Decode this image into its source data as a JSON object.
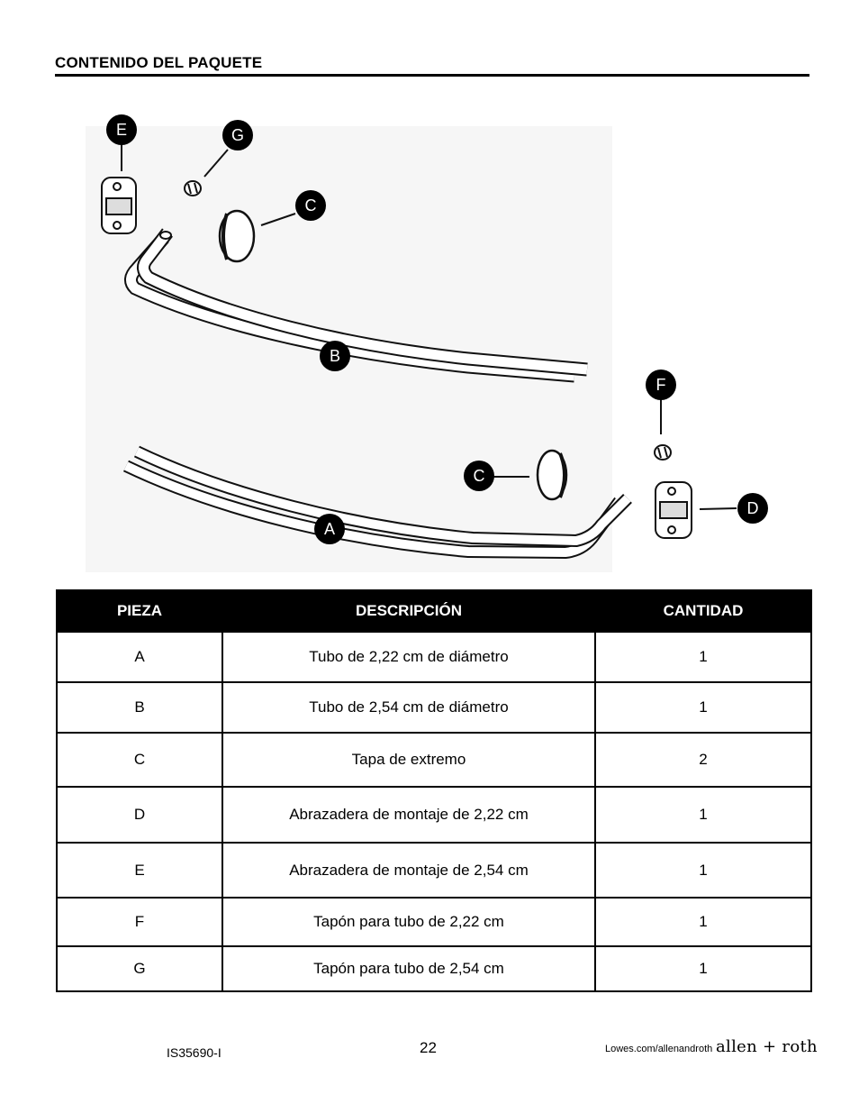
{
  "header": {
    "title": "CONTENIDO DEL PAQUETE"
  },
  "diagram": {
    "callouts": [
      "E",
      "G",
      "C",
      "B",
      "F",
      "C",
      "A",
      "D"
    ]
  },
  "table": {
    "headers": [
      "PIEZA",
      "DESCRIPCIÓN",
      "CANTIDAD"
    ],
    "rows": [
      {
        "pieza": "A",
        "descripcion": "Tubo de 2,22 cm de diámetro",
        "cantidad": "1"
      },
      {
        "pieza": "B",
        "descripcion": "Tubo de 2,54 cm de diámetro",
        "cantidad": "1"
      },
      {
        "pieza": "C",
        "descripcion": "Tapa de extremo",
        "cantidad": "2"
      },
      {
        "pieza": "D",
        "descripcion": "Abrazadera de montaje de 2,22 cm",
        "cantidad": "1"
      },
      {
        "pieza": "E",
        "descripcion": "Abrazadera de montaje de 2,54 cm",
        "cantidad": "1"
      },
      {
        "pieza": "F",
        "descripcion": "Tapón para tubo de 2,22 cm",
        "cantidad": "1"
      },
      {
        "pieza": "G",
        "descripcion": "Tapón para tubo de 2,54 cm",
        "cantidad": "1"
      }
    ]
  },
  "footer": {
    "doc_code": "IS35690-I",
    "page_number": "22",
    "url": "Lowes.com/allenandroth",
    "brand": "allen + roth"
  }
}
